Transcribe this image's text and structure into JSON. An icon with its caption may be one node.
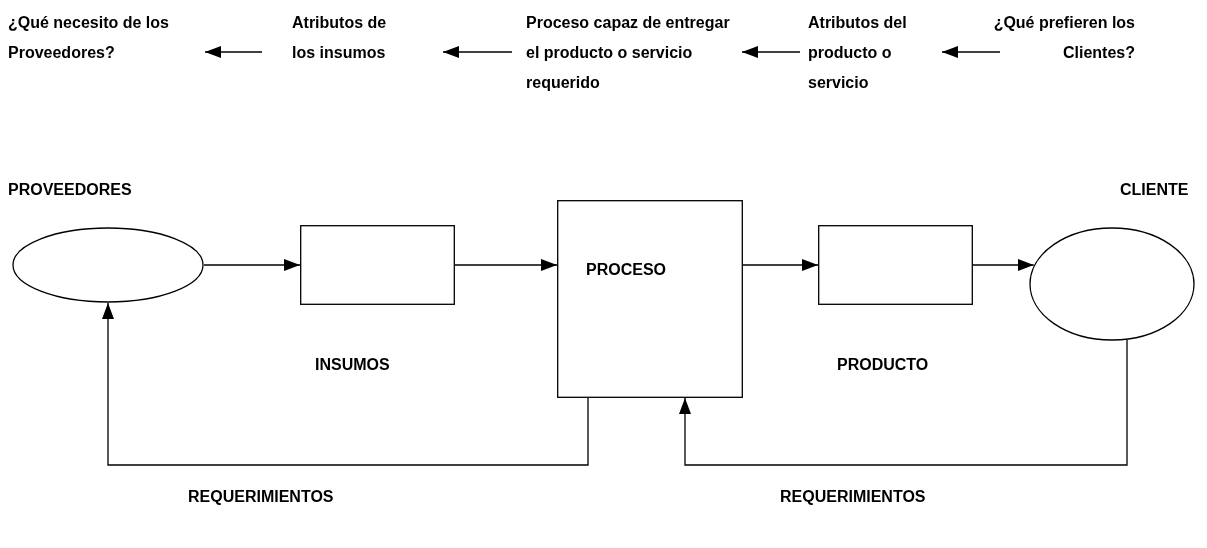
{
  "diagram": {
    "nodes": [
      {
        "text": [
          "¿Qué necesito de los Proveedores?"
        ]
      },
      {
        "text": [
          "Atributos de los insumos"
        ]
      },
      {
        "text": [
          "Proceso capaz de entregar el producto o servicio requerido"
        ]
      },
      {
        "text": [
          "Atributos del producto o servicio"
        ]
      },
      {
        "text": [
          "¿Qué prefieren los Clientes?"
        ]
      },
      {
        "text": [
          "PROVEEDORES"
        ]
      },
      {
        "text": [
          "INSUMOS"
        ]
      },
      {
        "text": [
          "PROCESO"
        ]
      },
      {
        "text": [
          "PRODUCTO"
        ]
      },
      {
        "text": [
          "CLIENTE"
        ]
      }
    ],
    "edges": [
      {
        "from": 1,
        "to": 0,
        "arrow": "to"
      },
      {
        "from": 2,
        "to": 1,
        "arrow": "to"
      },
      {
        "from": 3,
        "to": 2,
        "arrow": "to"
      },
      {
        "from": 4,
        "to": 3,
        "arrow": "to"
      },
      {
        "from": 5,
        "to": 6,
        "arrow": "to"
      },
      {
        "from": 6,
        "to": 7,
        "arrow": "to"
      },
      {
        "from": 7,
        "to": 8,
        "arrow": "to"
      },
      {
        "from": 8,
        "to": 9,
        "arrow": "to"
      },
      {
        "from": 7,
        "to": 5,
        "arrow": "to",
        "label": "REQUERIMIENTOS"
      },
      {
        "from": 9,
        "to": 7,
        "arrow": "to",
        "label": "REQUERIMIENTOS"
      }
    ]
  }
}
